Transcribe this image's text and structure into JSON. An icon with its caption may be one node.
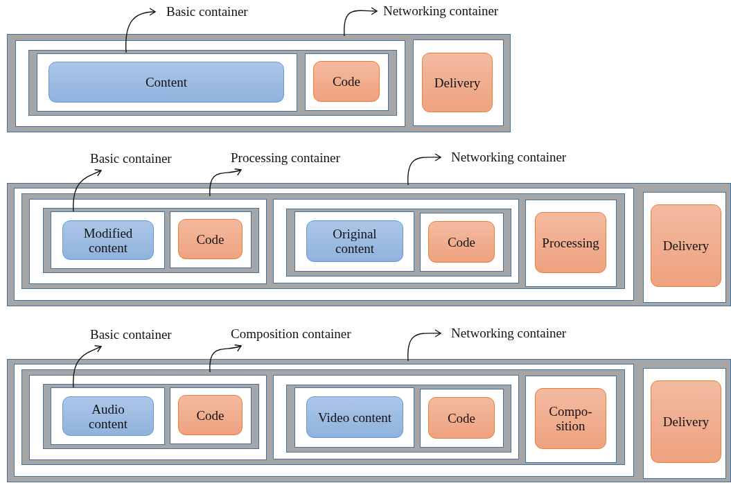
{
  "diagram": {
    "nodes": [
      {
        "text": [
          "Basic container"
        ]
      },
      {
        "text": [
          "Networking container"
        ]
      },
      {
        "text": [],
        "shape": "box"
      },
      {
        "text": [],
        "shape": "box",
        "in": 2
      },
      {
        "text": [],
        "shape": "box",
        "in": 3
      },
      {
        "text": [],
        "shape": "box",
        "in": 4
      },
      {
        "text": [
          "Content"
        ],
        "in": 5
      },
      {
        "text": [],
        "shape": "box",
        "in": 4
      },
      {
        "text": [
          "Code"
        ],
        "in": 7
      },
      {
        "text": [],
        "shape": "box",
        "in": 2
      },
      {
        "text": [
          "Delivery"
        ],
        "in": 9
      },
      {
        "text": [
          "Basic container"
        ]
      },
      {
        "text": [
          "Processing container"
        ]
      },
      {
        "text": [
          "Networking container"
        ]
      },
      {
        "text": [],
        "shape": "box"
      },
      {
        "text": [],
        "shape": "box",
        "in": 14
      },
      {
        "text": [],
        "shape": "box",
        "in": 15
      },
      {
        "text": [],
        "shape": "box",
        "in": 16
      },
      {
        "text": [],
        "shape": "box",
        "in": 17
      },
      {
        "text": [],
        "shape": "box",
        "in": 18
      },
      {
        "text": [
          "Modified content"
        ],
        "in": 19
      },
      {
        "text": [],
        "shape": "box",
        "in": 18
      },
      {
        "text": [
          "Code"
        ],
        "in": 21
      },
      {
        "text": [],
        "shape": "box",
        "in": 16
      },
      {
        "text": [],
        "shape": "box",
        "in": 23
      },
      {
        "text": [],
        "shape": "box",
        "in": 24
      },
      {
        "text": [
          "Original content"
        ],
        "in": 25
      },
      {
        "text": [],
        "shape": "box",
        "in": 24
      },
      {
        "text": [
          "Code"
        ],
        "in": 27
      },
      {
        "text": [],
        "shape": "box",
        "in": 16
      },
      {
        "text": [
          "Processing"
        ],
        "in": 29
      },
      {
        "text": [],
        "shape": "box",
        "in": 14
      },
      {
        "text": [
          "Delivery"
        ],
        "in": 31
      },
      {
        "text": [
          "Basic container"
        ]
      },
      {
        "text": [
          "Composition container"
        ]
      },
      {
        "text": [
          "Networking container"
        ]
      },
      {
        "text": [],
        "shape": "box"
      },
      {
        "text": [],
        "shape": "box",
        "in": 36
      },
      {
        "text": [],
        "shape": "box",
        "in": 37
      },
      {
        "text": [],
        "shape": "box",
        "in": 38
      },
      {
        "text": [],
        "shape": "box",
        "in": 39
      },
      {
        "text": [],
        "shape": "box",
        "in": 40
      },
      {
        "text": [
          "Audio content"
        ],
        "in": 41
      },
      {
        "text": [],
        "shape": "box",
        "in": 40
      },
      {
        "text": [
          "Code"
        ],
        "in": 43
      },
      {
        "text": [],
        "shape": "box",
        "in": 38
      },
      {
        "text": [],
        "shape": "box",
        "in": 45
      },
      {
        "text": [],
        "shape": "box",
        "in": 46
      },
      {
        "text": [
          "Video content"
        ],
        "in": 47
      },
      {
        "text": [],
        "shape": "box",
        "in": 46
      },
      {
        "text": [
          "Code"
        ],
        "in": 49
      },
      {
        "text": [],
        "shape": "box",
        "in": 38
      },
      {
        "text": [
          "Compo- sition"
        ],
        "in": 51
      },
      {
        "text": [],
        "shape": "box",
        "in": 36
      },
      {
        "text": [
          "Delivery"
        ],
        "in": 53
      }
    ],
    "edges": [
      {
        "from": 4,
        "to": 0,
        "arrow": "to"
      },
      {
        "from": 2,
        "to": 1,
        "arrow": "to"
      },
      {
        "from": 18,
        "to": 11,
        "arrow": "to"
      },
      {
        "from": 16,
        "to": 12,
        "arrow": "to"
      },
      {
        "from": 14,
        "to": 13,
        "arrow": "to"
      },
      {
        "from": 40,
        "to": 33,
        "arrow": "to"
      },
      {
        "from": 38,
        "to": 34,
        "arrow": "to"
      },
      {
        "from": 36,
        "to": 35,
        "arrow": "to"
      }
    ]
  }
}
